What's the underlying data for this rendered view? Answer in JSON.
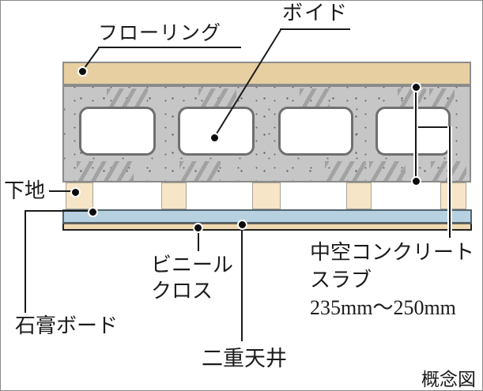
{
  "diagram": {
    "type": "architecture-section-concept",
    "labels": {
      "flooring": "フローリング",
      "void": "ボイド",
      "substrate": "下地",
      "gypsum_board": "石膏ボード",
      "vinyl_cloth_line1": "ビニール",
      "vinyl_cloth_line2": "クロス",
      "double_ceiling": "二重天井",
      "slab_line1": "中空コンクリート",
      "slab_line2": "スラブ",
      "slab_line3": "235mm〜250mm",
      "caption": "概念図"
    },
    "structure": {
      "layers_top_to_bottom": [
        {
          "name": "flooring",
          "label": "フローリング",
          "color": "#e7cfa1"
        },
        {
          "name": "hollow-concrete-slab",
          "label": "中空コンクリートスラブ",
          "thickness": "235mm〜250mm",
          "color": "#c6c6c6",
          "voids": 4
        },
        {
          "name": "substrate-posts",
          "label": "下地",
          "count": 5,
          "color": "#f6e5c6"
        },
        {
          "name": "gypsum-board",
          "label": "石膏ボード",
          "color": "#b7d1e1"
        },
        {
          "name": "vinyl-cloth",
          "label": "ビニールクロス",
          "color": "#eed9b2"
        }
      ],
      "ceiling_system_label": "二重天井"
    },
    "colors": {
      "background": "#ffffff",
      "flooring": "#e7cfa1",
      "slab": "#c6c6c6",
      "slab_hatch": "#a2a2a2",
      "slab_border": "#8a8a8a",
      "void_border": "#6f6f6f",
      "post": "#f6e5c6",
      "gypsum": "#b7d1e1",
      "vinyl": "#eed9b2",
      "line": "#1b1b1b"
    }
  }
}
